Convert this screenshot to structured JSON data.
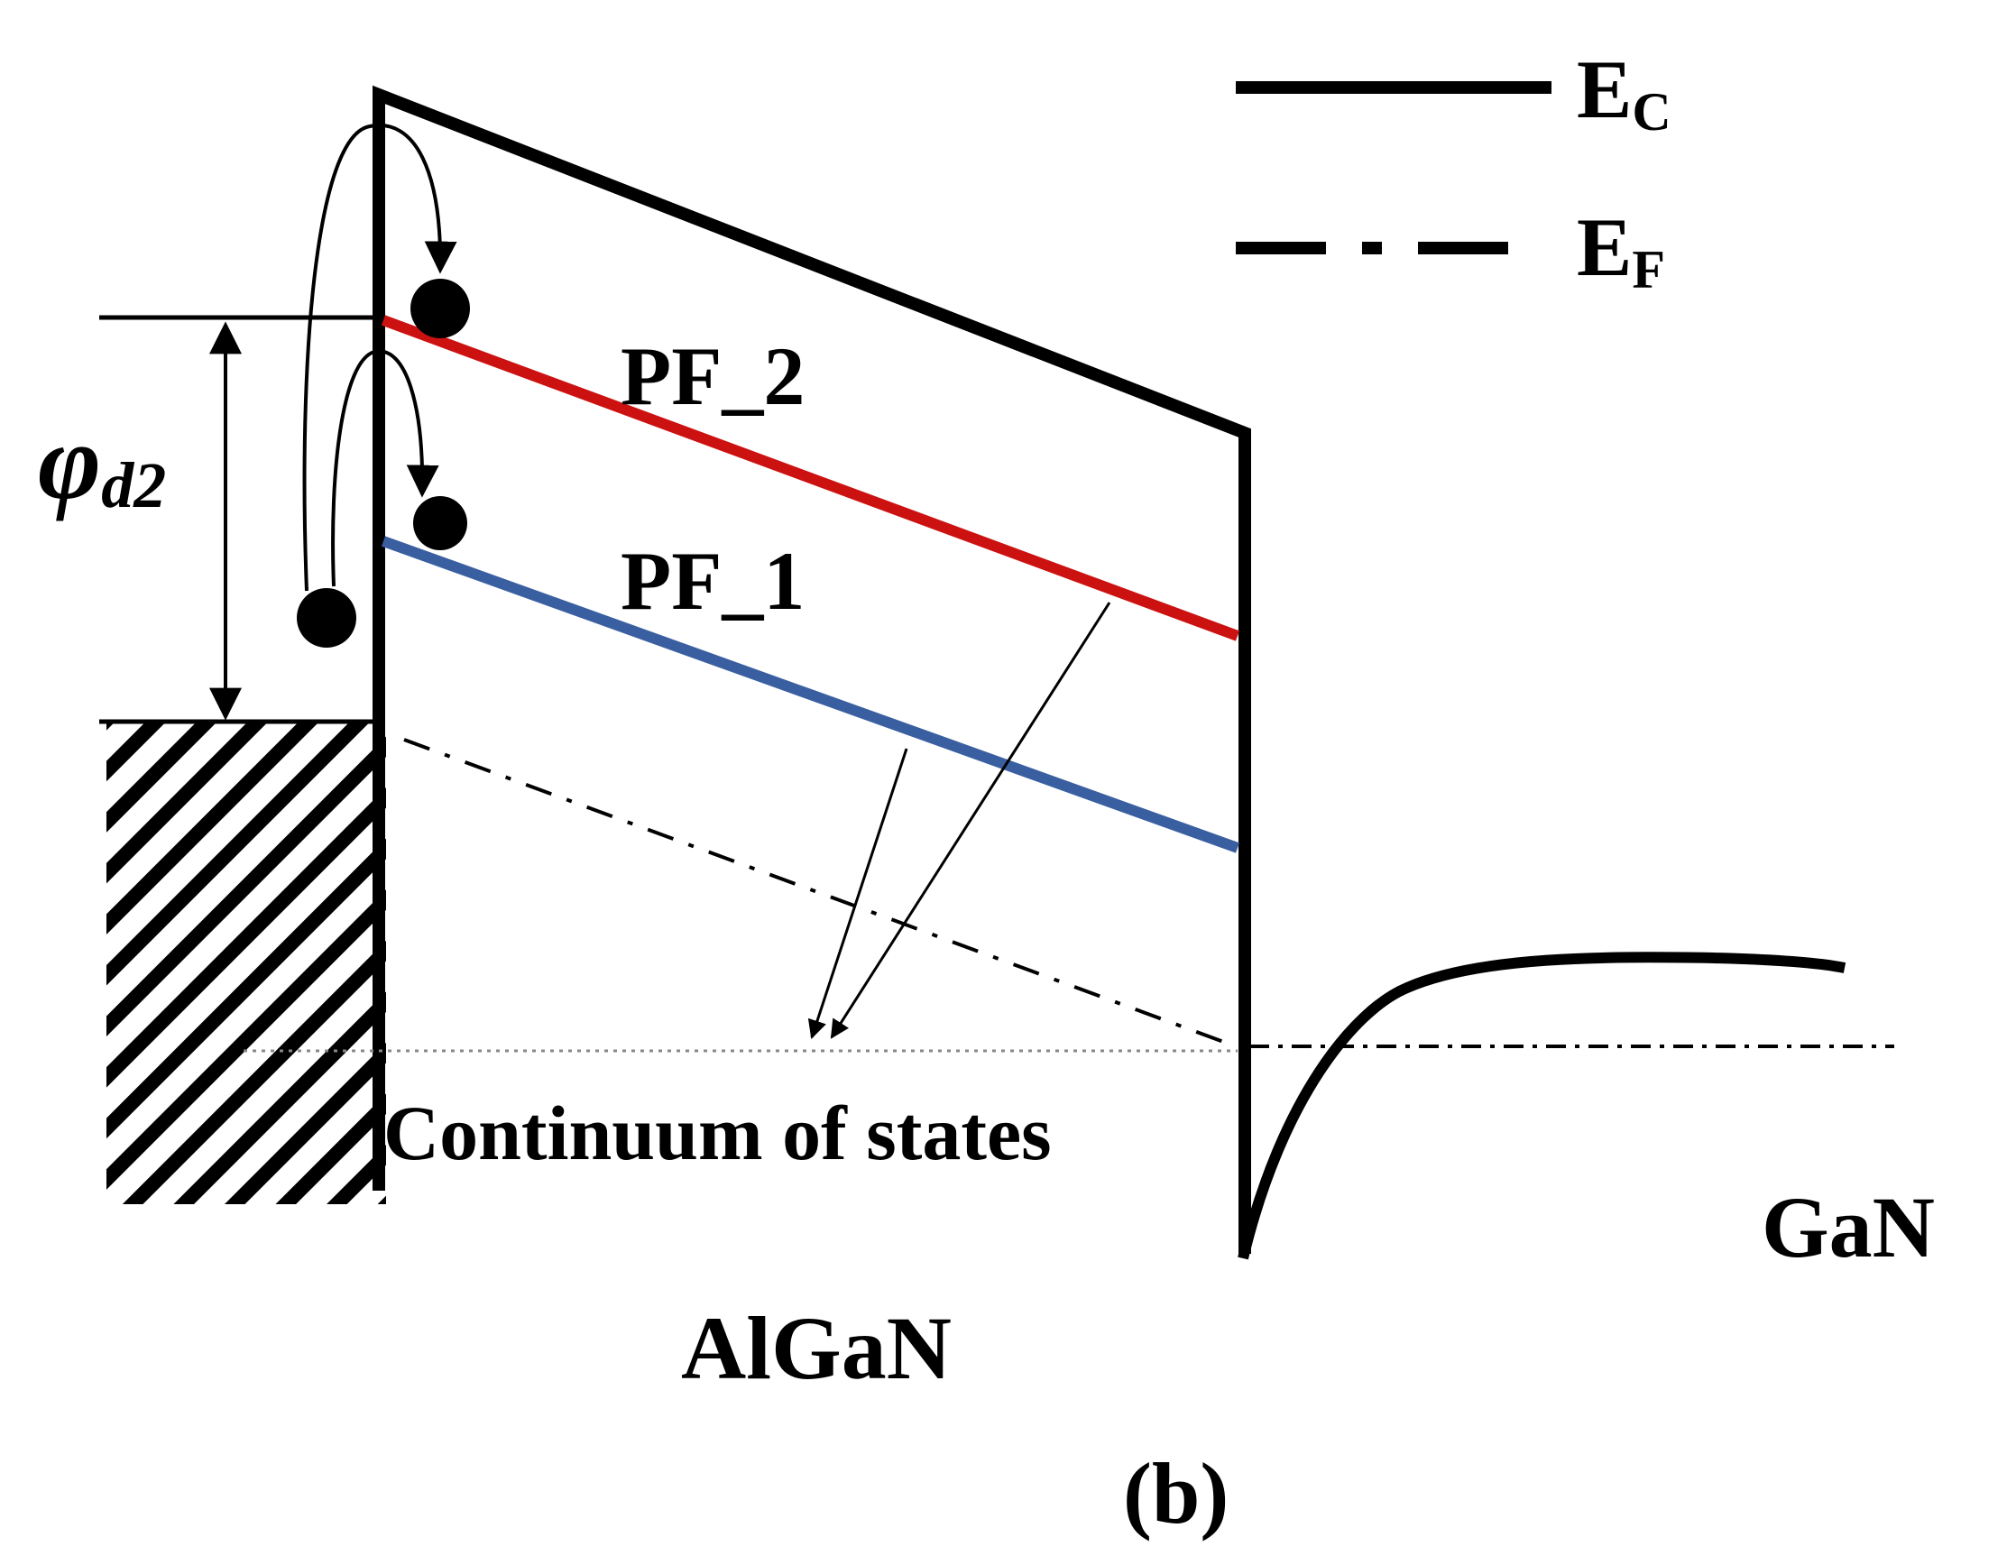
{
  "legend": {
    "ec_main": "E",
    "ec_sub": "C",
    "ef_main": "E",
    "ef_sub": "F"
  },
  "labels": {
    "pf2": "PF_2",
    "pf1": "PF_1",
    "phi_symbol": "φ",
    "phi_sub": "d2",
    "continuum": "Continuum of states",
    "algan": "AlGaN",
    "gan": "GaN",
    "panel": "(b)"
  },
  "colors": {
    "line": "#000000",
    "pf2": "#cc1111",
    "pf1": "#3a5fa0",
    "background": "#ffffff"
  }
}
